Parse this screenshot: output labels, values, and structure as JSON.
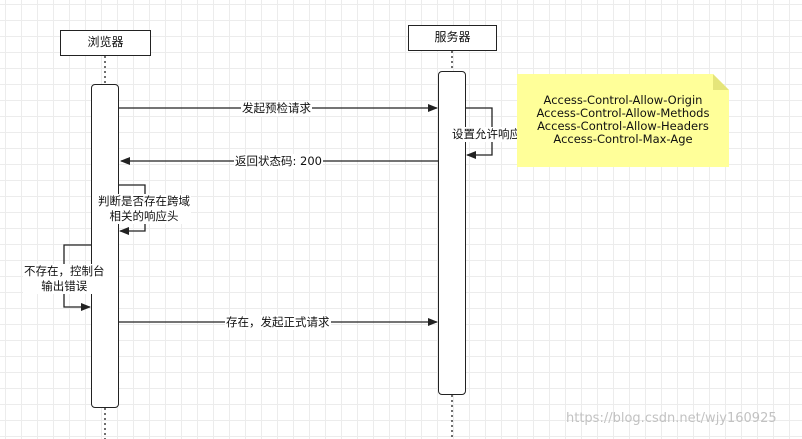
{
  "participants": {
    "browser": "浏览器",
    "server": "服务器"
  },
  "messages": {
    "preflight": "发起预检请求",
    "set_headers": "设置允许响应头",
    "status": "返回状态码: 200",
    "check_line1": "判断是否存在跨域",
    "check_line2": "相关的响应头",
    "error_line1": "不存在，控制台",
    "error_line2": "输出错误",
    "formal": "存在，发起正式请求"
  },
  "note": {
    "lines": [
      "Access-Control-Allow-Origin",
      "Access-Control-Allow-Methods",
      "Access-Control-Allow-Headers",
      "Access-Control-Max-Age"
    ]
  },
  "watermark": "https://blog.csdn.net/wjy160925",
  "colors": {
    "note": "#ffff99",
    "line": "#222222",
    "grid": "#ececec"
  }
}
